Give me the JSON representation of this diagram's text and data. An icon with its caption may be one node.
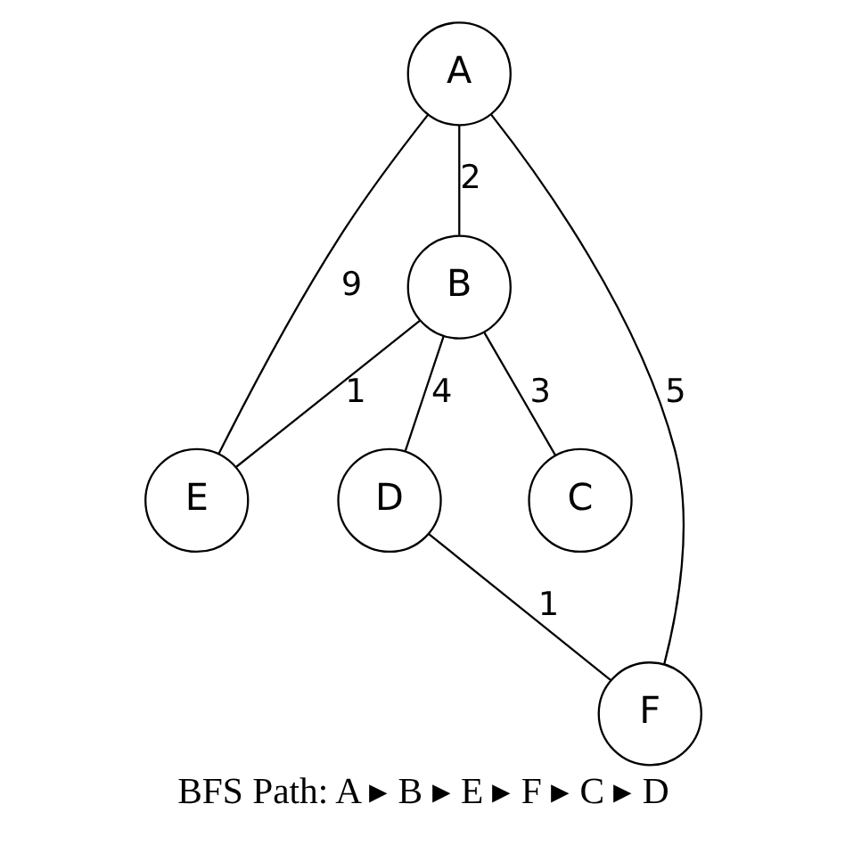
{
  "diagram": {
    "caption": "BFS Path: A ▸ B ▸ E ▸ F ▸ C ▸ D",
    "nodes": [
      {
        "text": [
          "A"
        ]
      },
      {
        "text": [
          "B"
        ]
      },
      {
        "text": [
          "E"
        ]
      },
      {
        "text": [
          "F"
        ]
      },
      {
        "text": [
          "C"
        ]
      },
      {
        "text": [
          "D"
        ]
      }
    ],
    "edges": [
      {
        "from": 0,
        "to": 1,
        "arrow": "none",
        "label": "2"
      },
      {
        "from": 0,
        "to": 2,
        "arrow": "none",
        "label": "9"
      },
      {
        "from": 0,
        "to": 3,
        "arrow": "none",
        "label": "5"
      },
      {
        "from": 1,
        "to": 2,
        "arrow": "none",
        "label": "1"
      },
      {
        "from": 1,
        "to": 4,
        "arrow": "none",
        "label": "3"
      },
      {
        "from": 1,
        "to": 5,
        "arrow": "none",
        "label": "4"
      },
      {
        "from": 5,
        "to": 3,
        "arrow": "none",
        "label": "1"
      }
    ]
  }
}
